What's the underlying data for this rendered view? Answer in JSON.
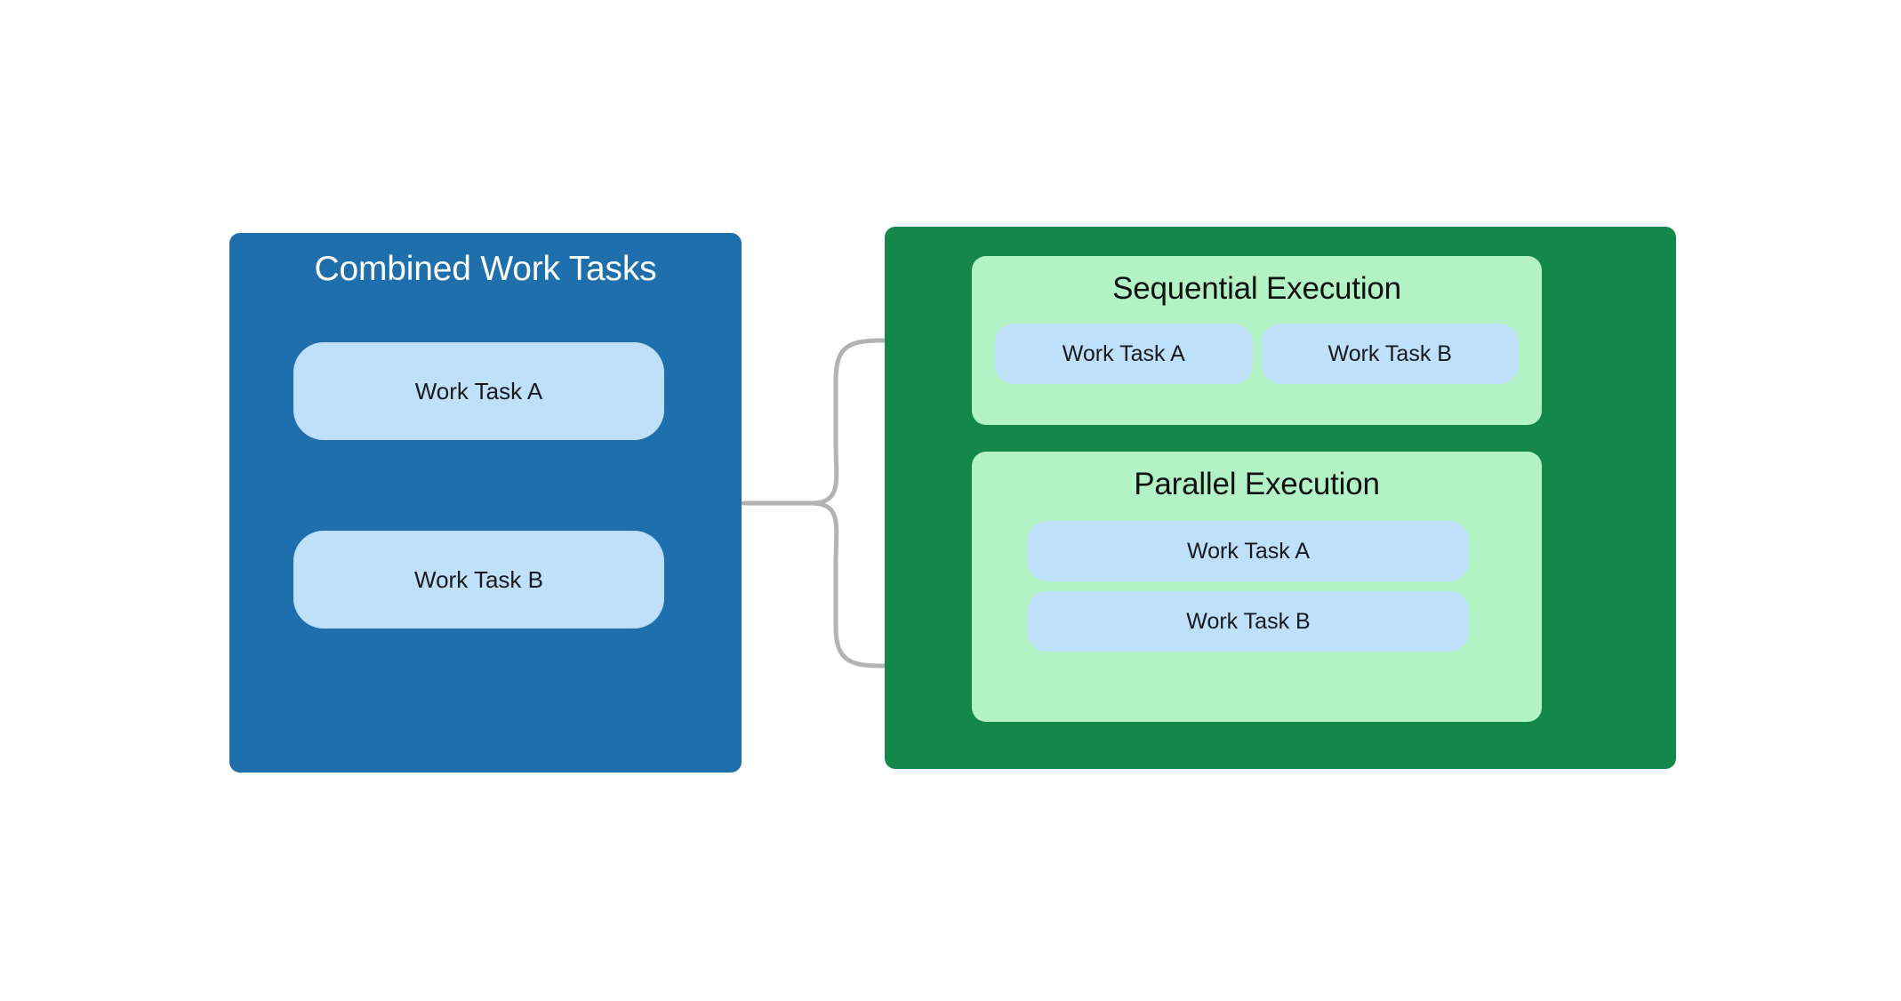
{
  "diagram": {
    "type": "flow-diagram",
    "background_color": "#FFFFFF",
    "source": {
      "title": "Combined Work Tasks",
      "color": "#1F6FAC",
      "title_color": "#FFFFFF",
      "task_color": "#BFE0FB",
      "tasks": [
        {
          "label": "Work Task A"
        },
        {
          "label": "Work Task B"
        }
      ]
    },
    "target": {
      "color": "#14874A",
      "mode_box_color": "#B2F2C4",
      "task_color": "#BFE0FB",
      "modes": [
        {
          "title": "Sequential Execution",
          "layout": "horizontal",
          "tasks": [
            {
              "label": "Work Task A"
            },
            {
              "label": "Work Task B"
            }
          ]
        },
        {
          "title": "Parallel Execution",
          "layout": "vertical",
          "tasks": [
            {
              "label": "Work Task A"
            },
            {
              "label": "Work Task B"
            }
          ]
        }
      ]
    },
    "connector": {
      "color": "#B3B3B3",
      "style": "forked-curved-arrow",
      "branches": 2,
      "arrowhead": "open-chevron"
    }
  }
}
